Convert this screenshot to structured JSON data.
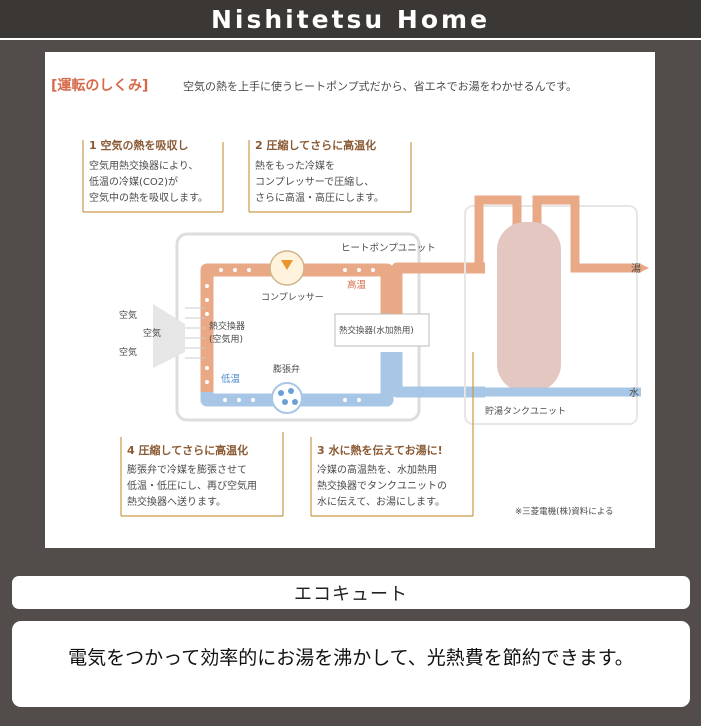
{
  "site": {
    "title": "Nishitetsu Home"
  },
  "diagram": {
    "heading": "[運転のしくみ]",
    "subtitle": "空気の熱を上手に使うヒートポンプ式だから、省エネでお湯をわかせるんです。",
    "steps": [
      {
        "title": "1 空気の熱を吸収し",
        "lines": [
          "空気用熱交換器により、",
          "低温の冷媒(CO2)が",
          "空気中の熱を吸収します。"
        ]
      },
      {
        "title": "2 圧縮してさらに高温化",
        "lines": [
          "熱をもった冷媒を",
          "コンプレッサーで圧縮し、",
          "さらに高温・高圧にします。"
        ]
      },
      {
        "title": "4 圧縮してさらに高温化",
        "lines": [
          "膨張弁で冷媒を膨張させて",
          "低温・低圧にし、再び空気用",
          "熱交換器へ送ります。"
        ]
      },
      {
        "title": "3 水に熱を伝えてお湯に!",
        "lines": [
          "冷媒の高温熱を、水加熱用",
          "熱交換器でタンクユニットの",
          "水に伝えて、お湯にします。"
        ]
      }
    ],
    "labels": {
      "heat_pump_unit": "ヒートポンプユニット",
      "compressor": "コンプレッサー",
      "high_temp": "高温",
      "low_temp": "低温",
      "air_heat_exchanger_1": "熱交換器",
      "air_heat_exchanger_2": "(空気用)",
      "water_heat_exchanger": "熱交換器(水加熱用)",
      "expansion_valve": "膨張弁",
      "air": "空気",
      "hot_water": "湯",
      "water": "水",
      "tank_unit": "貯湯タンクユニット",
      "source": "※三菱電機(株)資料による"
    },
    "colors": {
      "hot": "#e9a886",
      "cold": "#a8c6e6",
      "accent": "#c99a4c"
    }
  },
  "caption": "エコキュート",
  "description": "電気をつかって効率的にお湯を沸かして、光熱費を節約できます。"
}
